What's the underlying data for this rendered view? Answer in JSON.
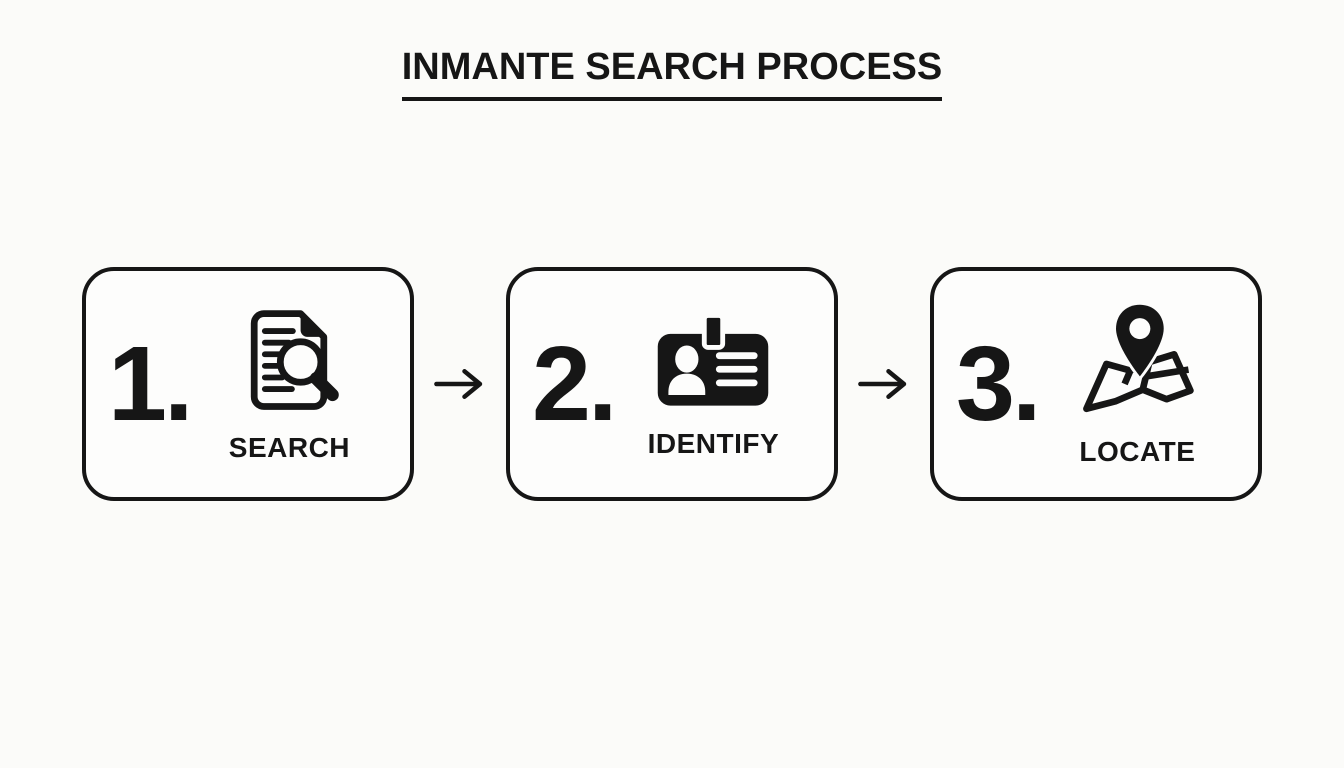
{
  "page": {
    "background_color": "#fbfbf9",
    "ink_color": "#161616"
  },
  "header": {
    "title": "INMANTE SEARCH PROCESS",
    "underlined": true
  },
  "process": {
    "steps": [
      {
        "number": "1.",
        "label": "SEARCH",
        "icon": "document-search-icon"
      },
      {
        "number": "2.",
        "label": "IDENTIFY",
        "icon": "id-badge-icon"
      },
      {
        "number": "3.",
        "label": "LOCATE",
        "icon": "map-pin-icon"
      }
    ],
    "connector": {
      "icon": "right-arrow-icon",
      "glyph": "→"
    }
  }
}
